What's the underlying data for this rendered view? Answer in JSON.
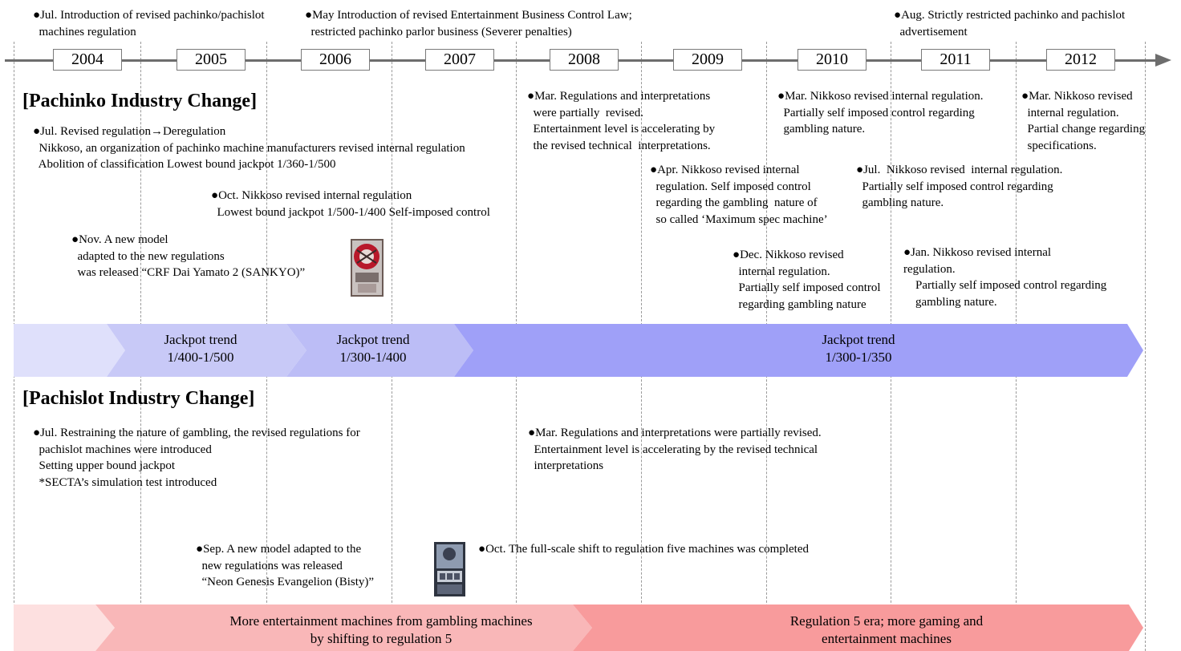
{
  "timeline": {
    "years": [
      "2004",
      "2005",
      "2006",
      "2007",
      "2008",
      "2009",
      "2010",
      "2011",
      "2012"
    ],
    "top_notes": [
      {
        "bullet": "●",
        "text": "Jul. Introduction of revised pachinko/pachislot\n  machines regulation"
      },
      {
        "bullet": "●",
        "text": "May Introduction of revised Entertainment Business Control Law;\n  restricted pachinko parlor business (Severer penalties)"
      },
      {
        "bullet": "●",
        "text": "Aug. Strictly restricted pachinko and pachislot\n  advertisement"
      }
    ]
  },
  "pachinko": {
    "heading": "[Pachinko Industry Change]",
    "notes": [
      {
        "bullet": "●",
        "text": "Jul. Revised regulation→Deregulation\n  Nikkoso, an organization of pachinko machine manufacturers revised internal regulation\n  Abolition of classification Lowest bound jackpot 1/360-1/500"
      },
      {
        "bullet": "●",
        "text": "Oct. Nikkoso revised internal regulation\n  Lowest bound jackpot 1/500-1/400 Self-imposed control"
      },
      {
        "bullet": "●",
        "text": "Nov. A new model\n  adapted to the new regulations\n  was released “CRF Dai Yamato 2 (SANKYO)”"
      },
      {
        "bullet": "●",
        "text": "Mar. Regulations and interpretations\n  were partially  revised.\n  Entertainment level is accelerating by\n  the revised technical  interpretations."
      },
      {
        "bullet": "●",
        "text": "Apr. Nikkoso revised internal\n  regulation. Self imposed control\n  regarding the gambling  nature of\n  so called ‘Maximum spec machine’"
      },
      {
        "bullet": "●",
        "text": "Dec. Nikkoso revised\n  internal regulation.\n  Partially self imposed control\n  regarding gambling nature"
      },
      {
        "bullet": "●",
        "text": "Mar. Nikkoso revised internal regulation.\n  Partially self imposed control regarding\n  gambling nature."
      },
      {
        "bullet": "●",
        "text": "Jul.  Nikkoso revised  internal regulation.\n  Partially self imposed control regarding\n  gambling nature."
      },
      {
        "bullet": "●",
        "text": "Jan. Nikkoso revised internal\nregulation.\n    Partially self imposed control regarding\n    gambling nature."
      },
      {
        "bullet": "●",
        "text": "Mar. Nikkoso revised\n  internal regulation.\n  Partial change regarding\n  specifications."
      }
    ],
    "bands": [
      {
        "label": "",
        "color": "#dfe0fb"
      },
      {
        "label": "Jackpot trend\n1/400-1/500",
        "color": "#c8c9f7"
      },
      {
        "label": "Jackpot trend\n1/300-1/400",
        "color": "#bcbdf6"
      },
      {
        "label": "Jackpot trend\n1/300-1/350",
        "color": "#9fa0f8"
      }
    ]
  },
  "pachislot": {
    "heading": "[Pachislot Industry Change]",
    "notes": [
      {
        "bullet": "●",
        "text": "Jul. Restraining the nature of gambling, the revised regulations for\n  pachislot machines were introduced\n  Setting upper bound jackpot\n  *SECTA’s simulation test introduced"
      },
      {
        "bullet": "●",
        "text": "Mar. Regulations and interpretations were partially revised.\n  Entertainment level is accelerating by the revised technical\n  interpretations"
      },
      {
        "bullet": "●",
        "text": "Sep. A new model adapted to the\n  new regulations was released\n  “Neon Genesis Evangelion (Bisty)”"
      },
      {
        "bullet": "●",
        "text": "Oct. The full-scale shift to regulation five machines was completed"
      }
    ],
    "bands": [
      {
        "label": "",
        "color": "#fde0e0"
      },
      {
        "label": "More entertainment machines from gambling machines\nby shifting to regulation 5",
        "color": "#f9b7b8"
      },
      {
        "label": "Regulation 5 era; more gaming and\nentertainment machines",
        "color": "#f89b9c"
      }
    ]
  },
  "images": [
    {
      "name": "CRF Dai Yamato 2 machine photo"
    },
    {
      "name": "Neon Genesis Evangelion machine photo"
    }
  ]
}
